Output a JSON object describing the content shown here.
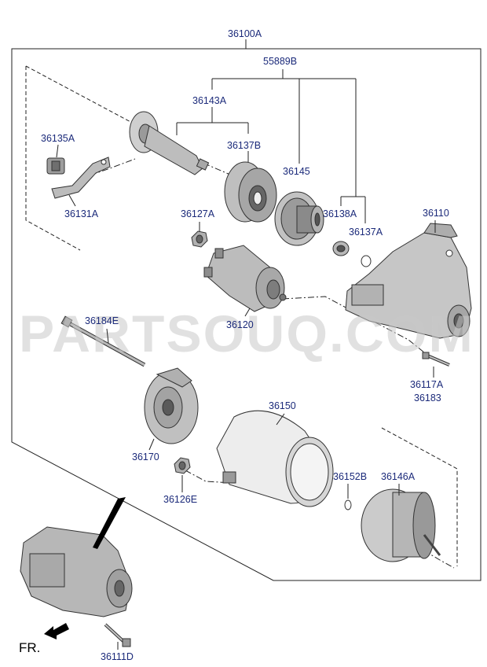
{
  "watermark": "PARTSOUQ.COM",
  "orientation_label": "FR.",
  "labels": {
    "assembly": "36100A",
    "kit": "55889B",
    "lever_kit": "36143A",
    "clutch_ring": "36137B",
    "bracket_clip": "36135A",
    "lever": "36131A",
    "nut_a": "36127A",
    "pinion": "36145",
    "gear_bearing": "36138A",
    "snap_ring": "36137A",
    "front_housing": "36110",
    "solenoid": "36120",
    "through_bolt": "36184E",
    "bolt_a": "36117A",
    "bolt_b": "36183",
    "yoke": "36150",
    "end_cover": "36170",
    "washer_b": "36152B",
    "armature": "36146A",
    "nut_e": "36126E",
    "mount_bolt": "36111D"
  }
}
